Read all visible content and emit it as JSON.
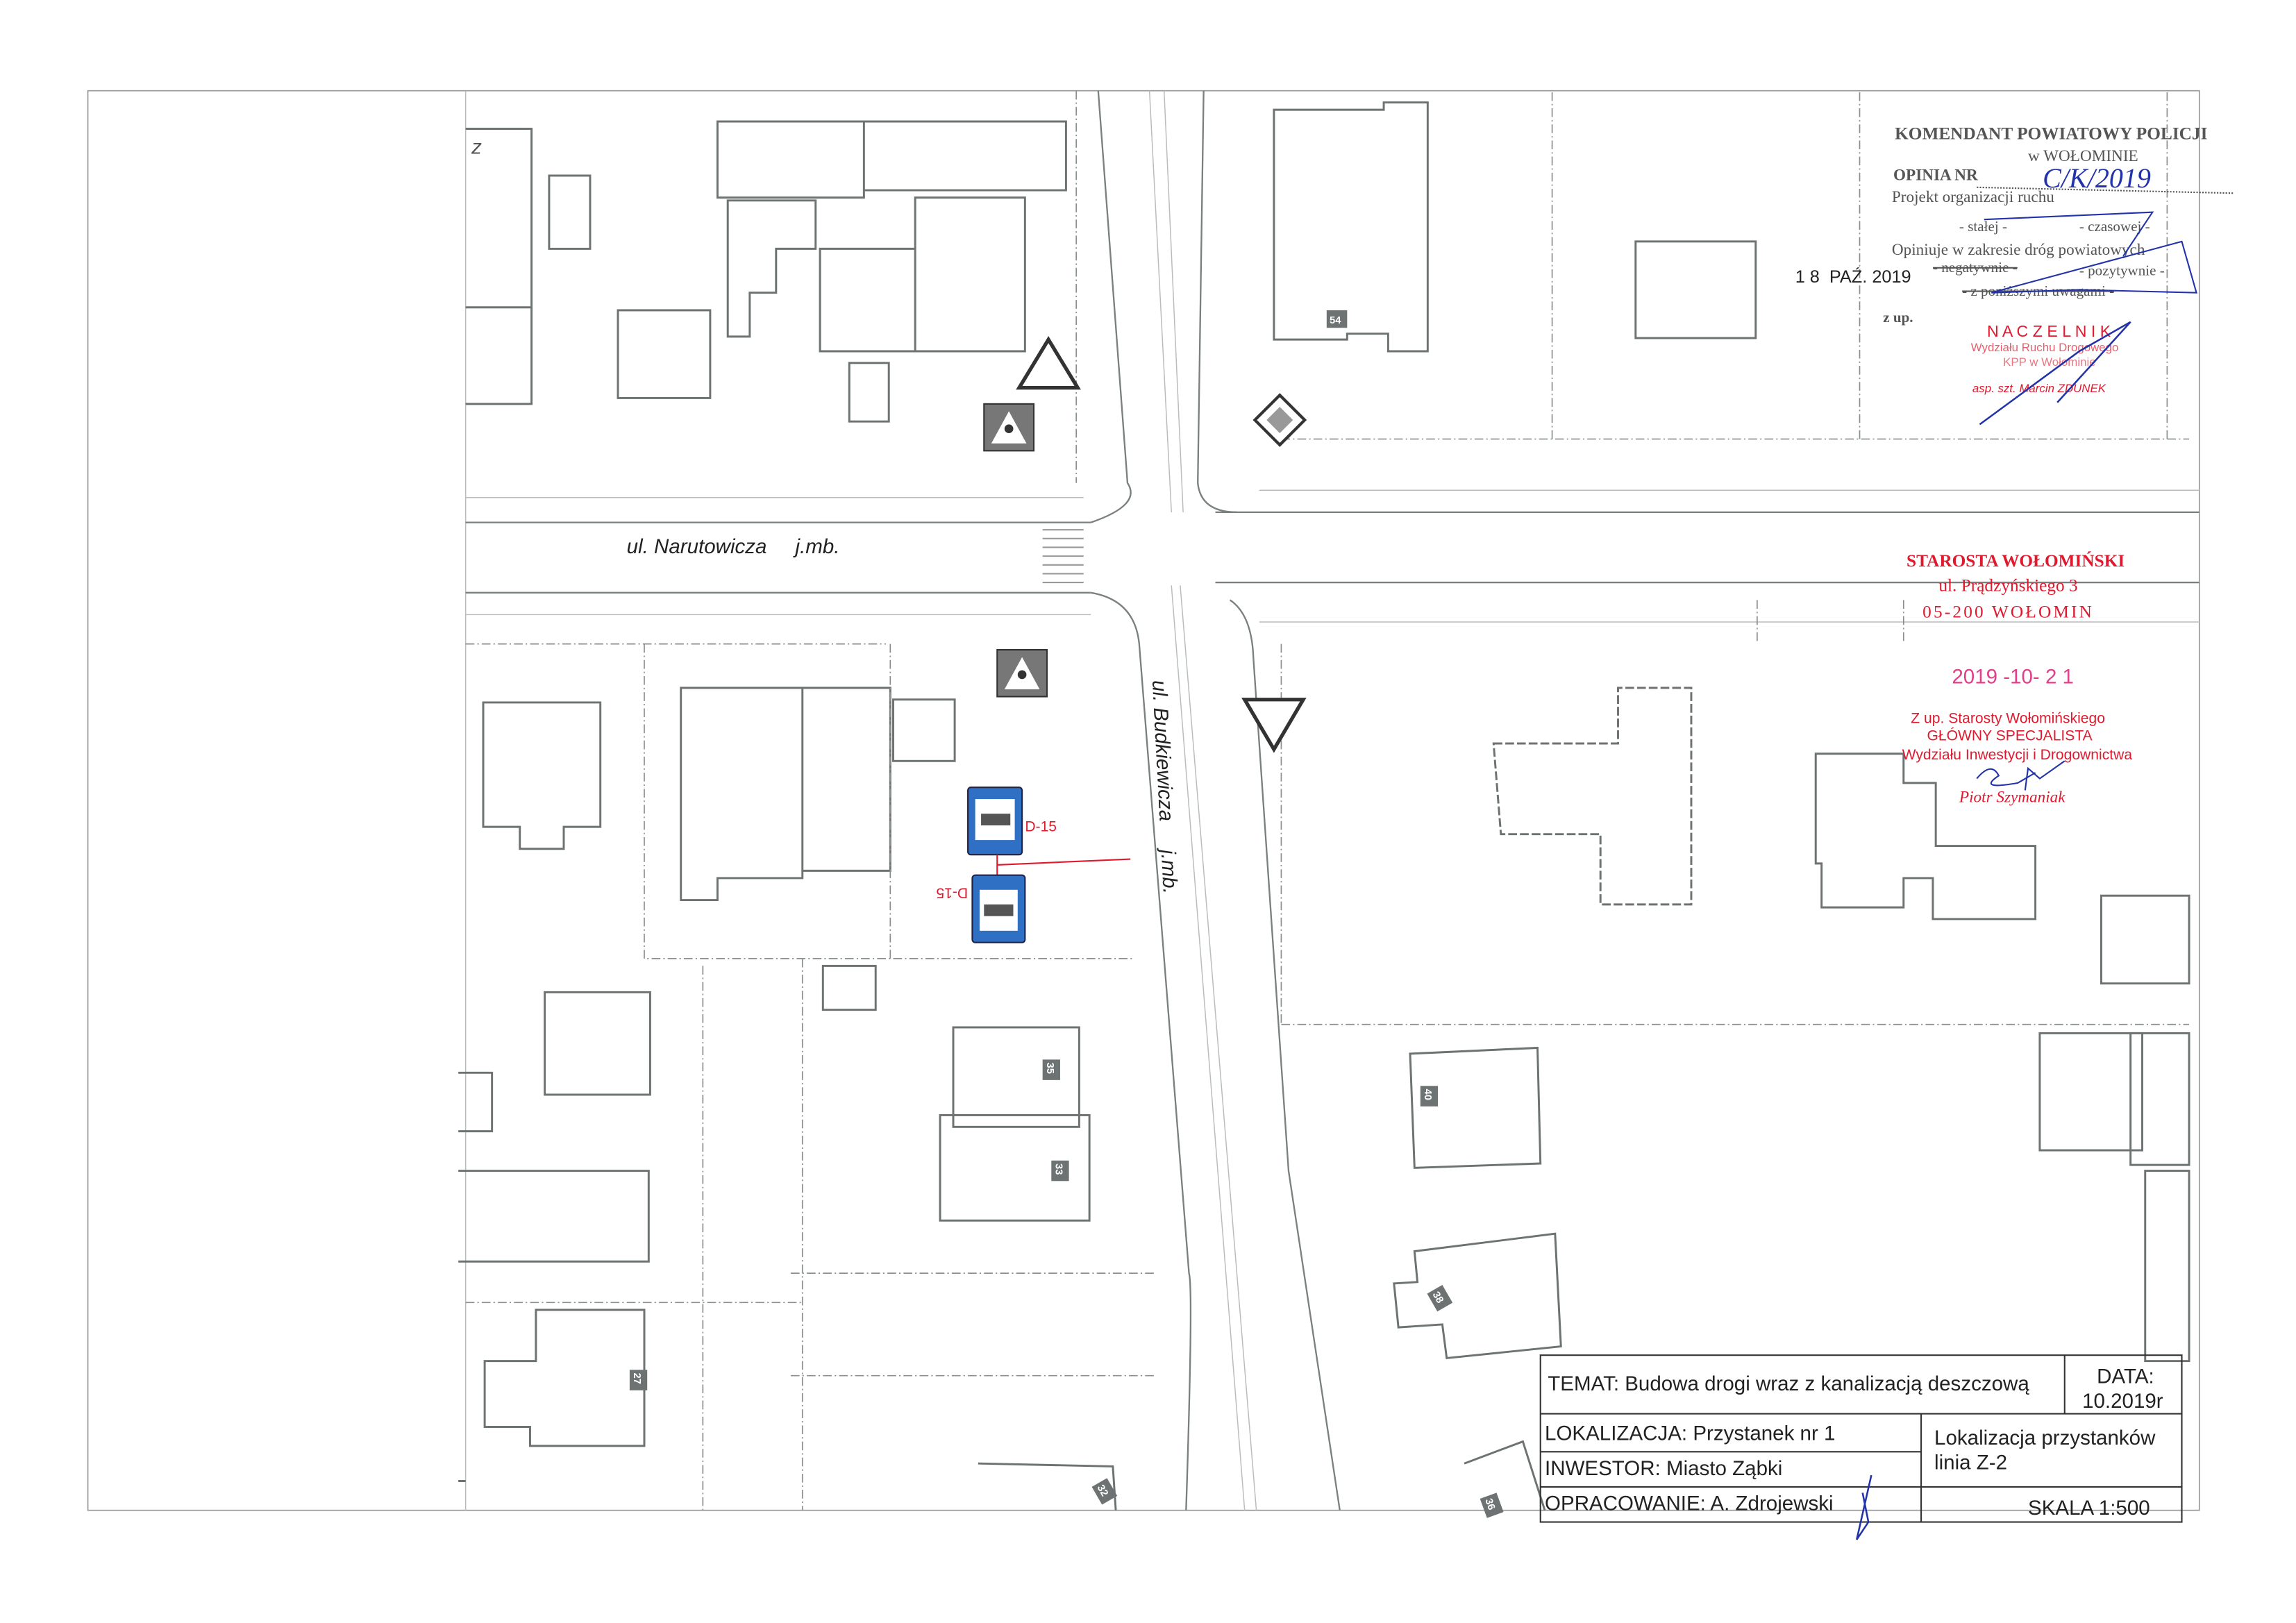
{
  "streets": {
    "narutowicza": "ul. Narutowicza     j.mb.",
    "budkiewicza": "ul. Budkiewicza     j.mb."
  },
  "house_numbers": [
    "54",
    "35",
    "33",
    "40",
    "38",
    "36",
    "27",
    "32"
  ],
  "signs": {
    "bus_stop_code_1": "D-15",
    "bus_stop_code_2": "D-15"
  },
  "police_stamp": {
    "line1": "KOMENDANT POWIATOWY POLICJI",
    "line2": "w WOŁOMINIE",
    "opinion_label": "OPINIA NR",
    "opinion_number": "C/K/2019",
    "line3": "Projekt organizacji ruchu",
    "option_a": "- stałej -",
    "option_b": "- czasowej -",
    "line4": "Opiniuje w zakresie dróg powiatowych",
    "negative": "- negatywnie -",
    "positive": "- pozytywnie -",
    "remarks": "- z poniższymi uwagami -",
    "date": "1 8  PAŹ. 2019",
    "z_up": "z up.",
    "title": "N A C Z E L N I K",
    "dept1": "Wydziału Ruchu Drogowego",
    "dept2": "KPP w Wołominie",
    "name": "asp. szt. Marcin ZDUNEK"
  },
  "starosta_stamp": {
    "line1": "STAROSTA WOŁOMIŃSKI",
    "line2": "ul. Prądzyńskiego 3",
    "line3": "05-200 WOŁOMIN",
    "date": "2019 -10- 2 1",
    "sig1": "Z up. Starosty Wołomińskiego",
    "sig2": "GŁÓWNY SPECJALISTA",
    "sig3": "Wydziału Inwestycji i Drogownictwa",
    "name": "Piotr Szymaniak"
  },
  "title_block": {
    "temat": "TEMAT: Budowa drogi wraz z kanalizacją deszczową",
    "data_label": "DATA:",
    "data_value": "10.2019r",
    "lokalizacja": "LOKALIZACJA: Przystanek nr 1",
    "inwestor": "INWESTOR: Miasto Ząbki",
    "opracowanie": "OPRACOWANIE: A. Zdrojewski",
    "desc_line1": "Lokalizacja przystanków",
    "desc_line2": "linia Z-2",
    "skala": "SKALA 1:500"
  },
  "colors": {
    "stamp_red": "#e01a2e",
    "ink_blue": "#2233aa",
    "sign_blue": "#2f6fc4"
  }
}
